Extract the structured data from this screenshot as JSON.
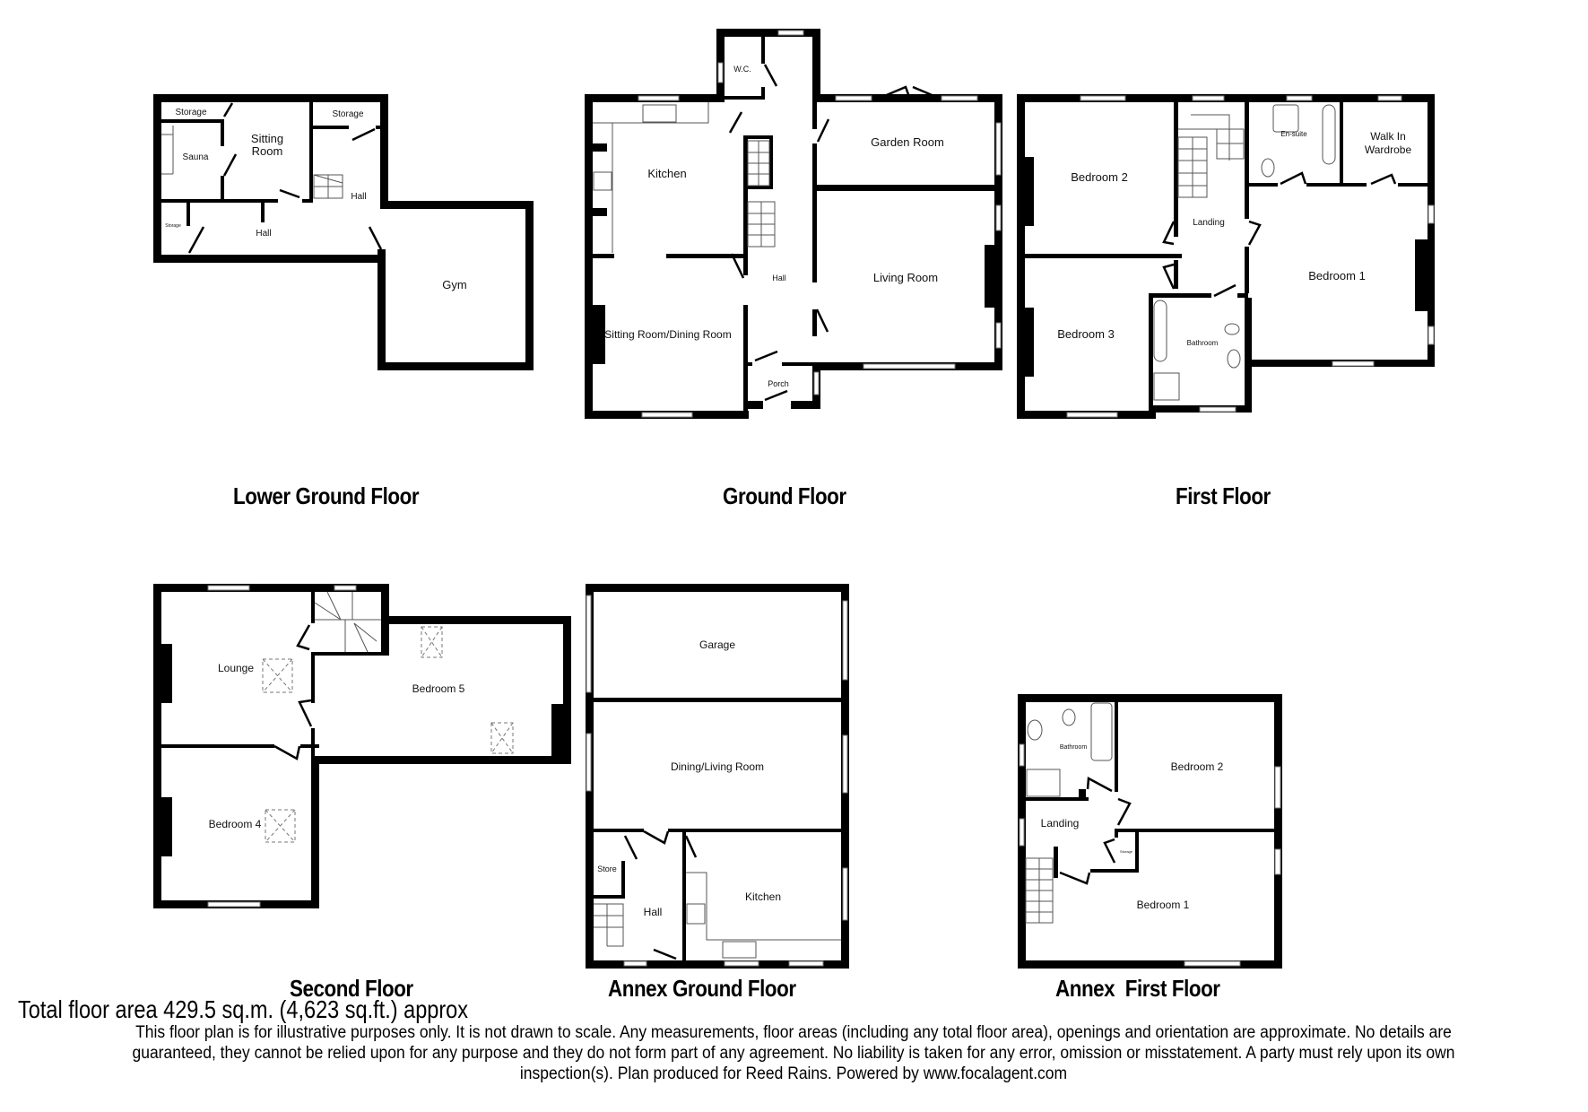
{
  "floors": {
    "lower_ground": {
      "title": "Lower Ground Floor",
      "rooms": {
        "storage_top": "Storage",
        "sauna": "Sauna",
        "sitting_line1": "Sitting",
        "sitting_line2": "Room",
        "storage_right": "Storage",
        "hall_right": "Hall",
        "storage_small": "Storage",
        "hall_bottom": "Hall",
        "gym": "Gym"
      }
    },
    "ground": {
      "title": "Ground Floor",
      "rooms": {
        "wc": "W.C.",
        "kitchen": "Kitchen",
        "sitting_dining": "Sitting Room/Dining Room",
        "hall": "Hall",
        "porch": "Porch",
        "garden_room": "Garden Room",
        "living_room": "Living Room"
      }
    },
    "first": {
      "title": "First Floor",
      "rooms": {
        "bedroom2": "Bedroom 2",
        "bedroom3": "Bedroom 3",
        "landing": "Landing",
        "bathroom": "Bathroom",
        "ensuite": "En-suite",
        "wardrobe_line1": "Walk In",
        "wardrobe_line2": "Wardrobe",
        "bedroom1": "Bedroom 1"
      }
    },
    "second": {
      "title": "Second Floor",
      "rooms": {
        "lounge": "Lounge",
        "bedroom5": "Bedroom 5",
        "bedroom4": "Bedroom 4"
      }
    },
    "annex_ground": {
      "title": "Annex Ground Floor",
      "rooms": {
        "garage": "Garage",
        "dining_living": "Dining/Living Room",
        "store": "Store",
        "hall": "Hall",
        "kitchen": "Kitchen"
      }
    },
    "annex_first": {
      "title": "Annex  First Floor",
      "rooms": {
        "bathroom": "Bathroom",
        "bedroom2": "Bedroom 2",
        "landing": "Landing",
        "storage": "Storage",
        "bedroom1": "Bedroom 1"
      }
    }
  },
  "footer": {
    "total_area": "Total floor area 429.5 sq.m. (4,623 sq.ft.) approx",
    "disclaimer": "This floor plan is for illustrative purposes only. It is not drawn to scale. Any measurements, floor areas (including any total floor area), openings and orientation are approximate. No details are guaranteed, they cannot be relied upon for any purpose and they do not form part of any agreement. No liability is taken for any error, omission or misstatement. A party must rely upon its own inspection(s). Plan produced for Reed Rains. Powered by www.focalagent.com"
  },
  "colors": {
    "wall": "#000000",
    "background": "#ffffff",
    "fixture": "#777777"
  }
}
